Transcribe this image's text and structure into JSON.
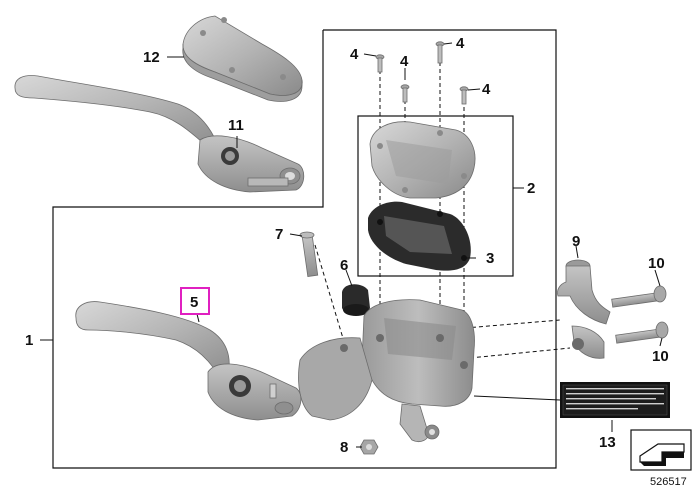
{
  "diagram": {
    "identifier": "526517",
    "selected_callout": "5",
    "callouts": [
      {
        "id": "c1",
        "label": "1"
      },
      {
        "id": "c2",
        "label": "2"
      },
      {
        "id": "c3",
        "label": "3"
      },
      {
        "id": "c4a",
        "label": "4"
      },
      {
        "id": "c4b",
        "label": "4"
      },
      {
        "id": "c4c",
        "label": "4"
      },
      {
        "id": "c4d",
        "label": "4"
      },
      {
        "id": "c5",
        "label": "5"
      },
      {
        "id": "c6",
        "label": "6"
      },
      {
        "id": "c7",
        "label": "7"
      },
      {
        "id": "c8",
        "label": "8"
      },
      {
        "id": "c9",
        "label": "9"
      },
      {
        "id": "c10a",
        "label": "10"
      },
      {
        "id": "c10b",
        "label": "10"
      },
      {
        "id": "c11",
        "label": "11"
      },
      {
        "id": "c12",
        "label": "12"
      },
      {
        "id": "c13",
        "label": "13"
      }
    ],
    "colors": {
      "part_light": "#c9c9c9",
      "part_mid": "#a9a9a9",
      "part_dark": "#7c7c7c",
      "gasket": "#2b2b2b",
      "highlight": "#e020c0"
    }
  }
}
